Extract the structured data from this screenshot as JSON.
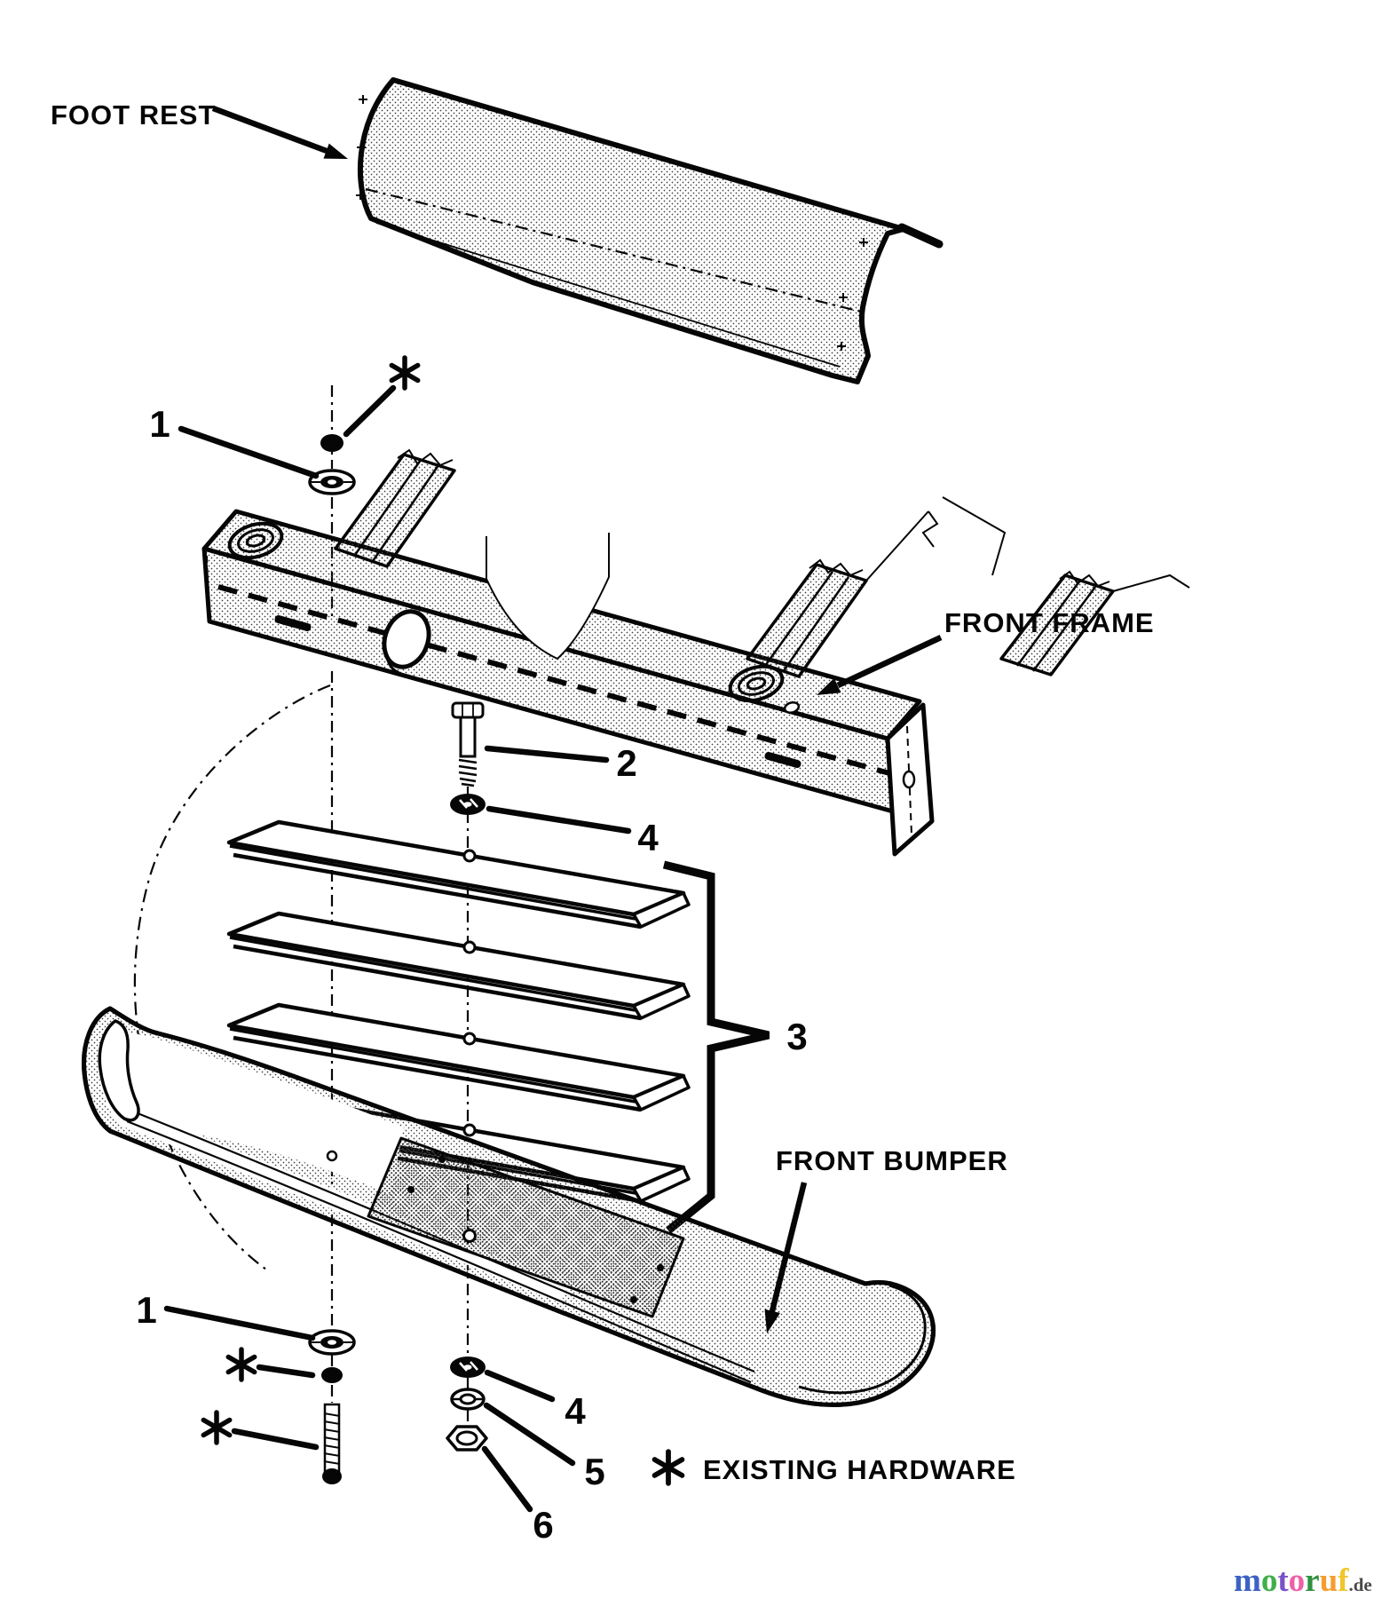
{
  "diagram": {
    "type": "exploded-parts-diagram",
    "palette": {
      "ink": "#060606",
      "paper": "#ffffff"
    },
    "part_labels": {
      "foot_rest": "FOOT REST",
      "front_frame": "FRONT FRAME",
      "front_bumper": "FRONT BUMPER"
    },
    "callouts": {
      "item1_upper": "1",
      "item2": "2",
      "item3": "3",
      "item4_upper": "4",
      "item1_lower": "1",
      "item4_lower": "4",
      "item5": "5",
      "item6": "6"
    },
    "symbols": {
      "existing_hardware_marker": "✳"
    },
    "legend": {
      "marker": "✳",
      "text": "EXISTING HARDWARE"
    },
    "watermark": {
      "word": "motoruf",
      "suffix": ".de",
      "suffix_color": "#4a4a4a",
      "letters": [
        {
          "char": "m",
          "color": "#3b62c4"
        },
        {
          "char": "o",
          "color": "#3faf49"
        },
        {
          "char": "t",
          "color": "#7a52c8"
        },
        {
          "char": "o",
          "color": "#ef5fa7"
        },
        {
          "char": "r",
          "color": "#2f9141"
        },
        {
          "char": "u",
          "color": "#f59d2f"
        },
        {
          "char": "f",
          "color": "#f0c62c"
        }
      ]
    }
  }
}
